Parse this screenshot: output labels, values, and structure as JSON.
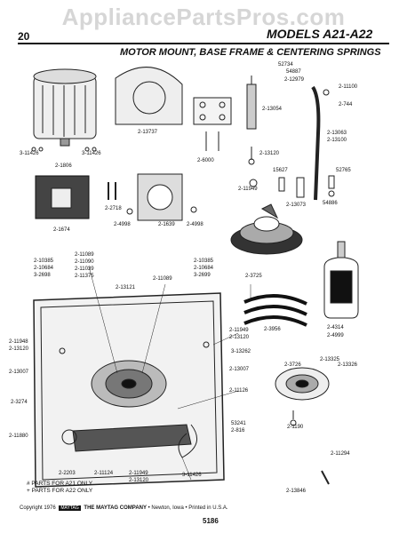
{
  "watermark": "AppliancePartsPros.com",
  "page_number": "20",
  "models_title": "MODELS  A21-A22",
  "section_title": "MOTOR MOUNT, BASE FRAME & CENTERING SPRINGS",
  "part_labels": [
    "3-11426",
    "2-1806",
    "3-11426",
    "2-13737",
    "2-6000",
    "52734",
    "54887",
    "2-12979",
    "2-11100",
    "2-744",
    "2-13054",
    "2-13120",
    "2-13063",
    "2-13100",
    "2-11949",
    "15627",
    "52765",
    "2-13073",
    "54886",
    "2-1674",
    "2-2718",
    "2-4998",
    "2-1639",
    "2-4998",
    "2-3725",
    "2-10385",
    "2-10684",
    "3-2698",
    "2-11089",
    "2-11090",
    "2-11039",
    "2-11375",
    "2-11089",
    "2-10385",
    "2-10684",
    "3-2699",
    "2-13121",
    "2-4314",
    "2-4999",
    "2-3956",
    "2-11948",
    "2-13120",
    "2-13007",
    "2-3274",
    "2-11949",
    "2-13120",
    "3-13262",
    "2-13007",
    "2-11126",
    "2-13325",
    "2-3726",
    "2-13326",
    "2-1190",
    "2-11880",
    "53241",
    "2-816",
    "2-11294",
    "2-2203",
    "2-11124",
    "2-11949",
    "2-13120",
    "3-11426",
    "2-13846"
  ],
  "notes": [
    "# PARTS FOR A21 ONLY",
    "+ PARTS FOR A22 ONLY"
  ],
  "footer": {
    "copyright": "Copyright 1976",
    "company": "THE MAYTAG COMPANY",
    "location": "• Newton, Iowa • Printed in U.S.A.",
    "logo_text": "MAYTAG"
  },
  "page_footer_number": "5186"
}
